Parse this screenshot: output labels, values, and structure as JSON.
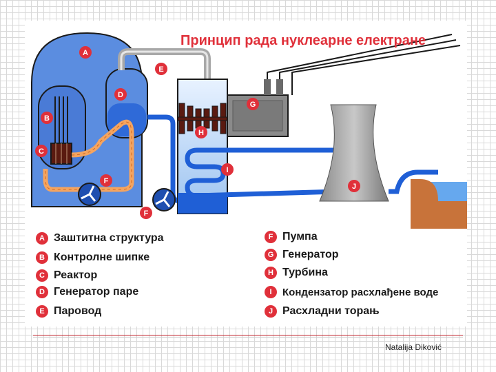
{
  "title": "Принцип рада нуклеарне електране",
  "markers": {
    "A": "A",
    "B": "B",
    "C": "C",
    "D": "D",
    "E": "E",
    "F": "F",
    "G": "G",
    "H": "H",
    "I": "I",
    "J": "J"
  },
  "legend_left": [
    {
      "letter": "A",
      "label": "Заштитна структура"
    },
    {
      "letter": "B",
      "label": "Контролне шипке"
    },
    {
      "letter": "C",
      "label": "Реактор"
    },
    {
      "letter": "D",
      "label": "Генератор паре"
    },
    {
      "letter": "E",
      "label": "Паровод"
    }
  ],
  "legend_right": [
    {
      "letter": "F",
      "label": "Пумпа"
    },
    {
      "letter": "G",
      "label": "Генератор"
    },
    {
      "letter": "H",
      "label": "Турбина"
    },
    {
      "letter": "I",
      "label": "Кондензатор расхлађене воде"
    },
    {
      "letter": "J",
      "label": "Расхладни торањ"
    }
  ],
  "author": "Natalija Diković",
  "colors": {
    "accent_red": "#e0303a",
    "containment_blue": "#5b8de0",
    "pipe_blue": "#1f5fd6",
    "hot_orange": "#f4a460",
    "earth_brown": "#c8733a"
  }
}
